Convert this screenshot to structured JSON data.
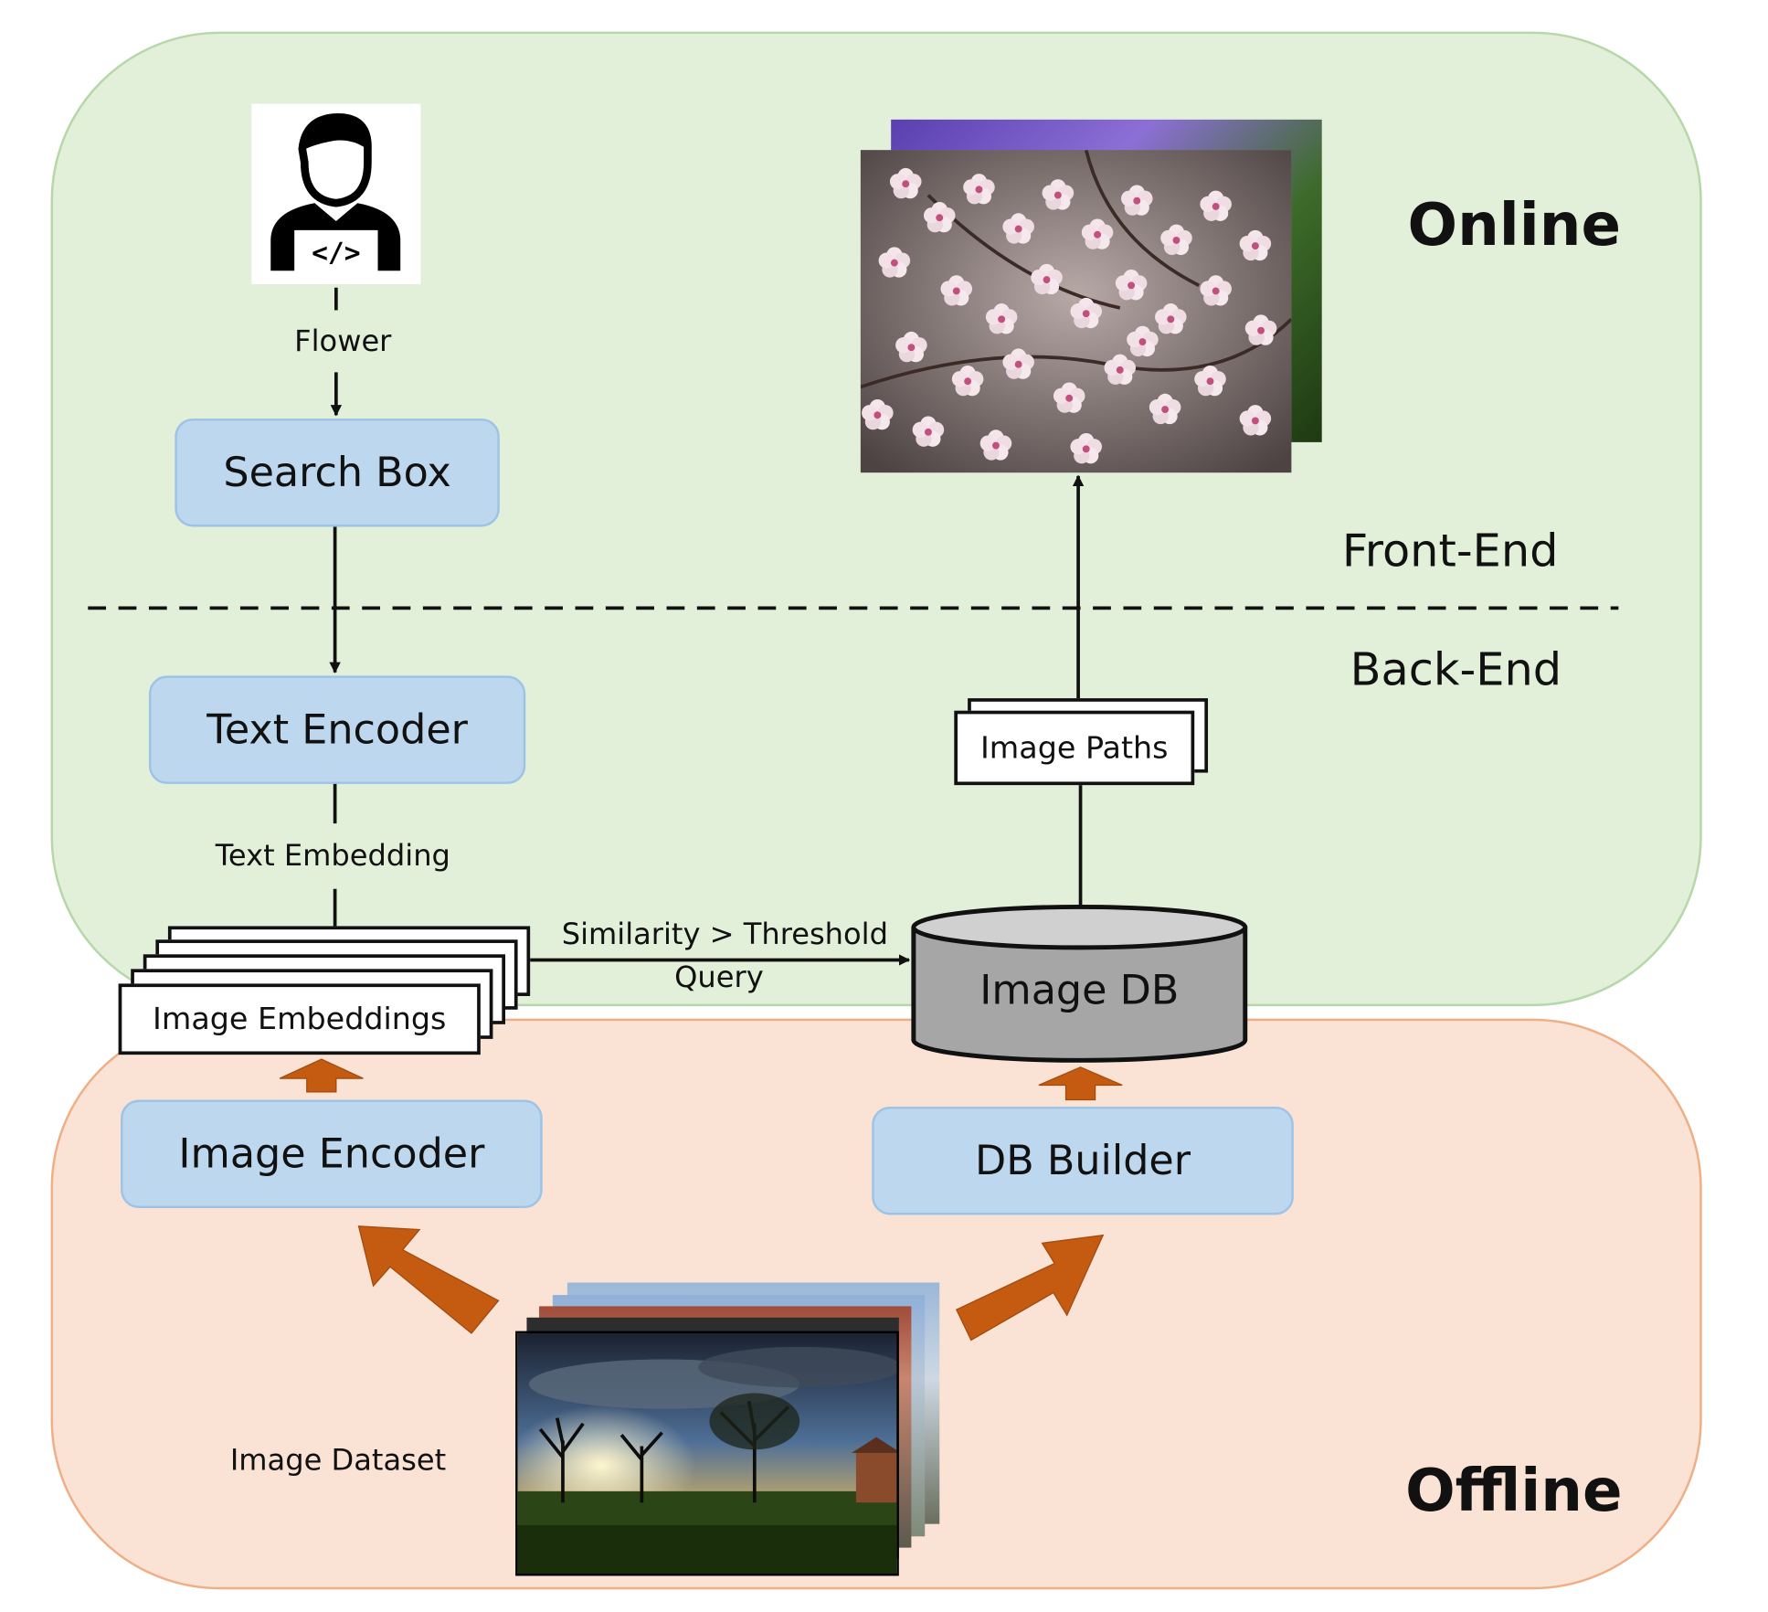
{
  "regions": {
    "online_title": "Online",
    "offline_title": "Offline",
    "front_end_label": "Front-End",
    "back_end_label": "Back-End"
  },
  "nodes": {
    "search_box": "Search Box",
    "text_encoder": "Text Encoder",
    "image_encoder": "Image Encoder",
    "db_builder": "DB Builder",
    "image_db": "Image DB",
    "image_embeddings": "Image Embeddings",
    "image_paths": "Image Paths",
    "image_dataset": "Image Dataset"
  },
  "edges": {
    "query_text": "Flower",
    "text_embedding": "Text Embedding",
    "similarity": "Similarity > Threshold",
    "query": "Query"
  },
  "icons": {
    "user": "developer-user-icon",
    "code": "code-icon"
  },
  "colors": {
    "online_bg": "#e2efd9",
    "offline_bg": "#fae3d4",
    "process_box": "#bdd7ee",
    "data_flow_arrow": "#c55a11",
    "database": "#a6a6a6"
  }
}
